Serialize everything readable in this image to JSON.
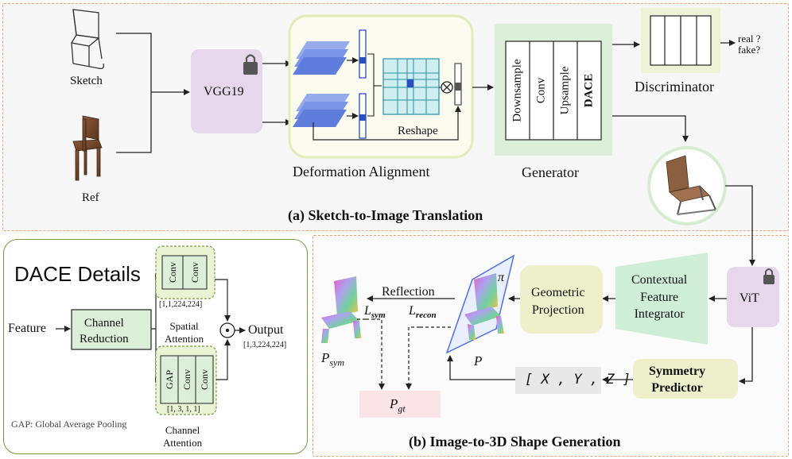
{
  "panel_a": {
    "caption": "(a) Sketch-to-Image Translation",
    "sketch_label": "Sketch",
    "ref_label": "Ref",
    "vgg_label": "VGG19",
    "deformation_label": "Deformation Alignment",
    "reshape_label": "Reshape",
    "generator_label": "Generator",
    "generator_layers": [
      "Downsample",
      "Conv",
      "Upsample",
      "DACE"
    ],
    "discriminator_label": "Discriminator",
    "disc_output": "real ?\nfake?"
  },
  "panel_b": {
    "caption": "(b) Image-to-3D Shape Generation",
    "vit_label": "ViT",
    "cfi_label": "Contextual\nFeature\nIntegrator",
    "geo_label": "Geometric\nProjection",
    "sym_pred_label": "Symmetry\nPredictor",
    "xyz_label": "[ X , Y , Z ]",
    "reflection_label": "Reflection",
    "l_sym": "L",
    "l_sym_sub": "sym",
    "l_recon": "L",
    "l_recon_sub": "recon",
    "p_sym": "P",
    "p_sym_sub": "sym",
    "p_label": "P",
    "pi_label": "π",
    "p_gt": "P",
    "p_gt_sub": "gt"
  },
  "dace": {
    "title": "DACE Details",
    "feature_label": "Feature",
    "channel_reduction": "Channel\nReduction",
    "spatial_convs": [
      "Conv",
      "Conv"
    ],
    "spatial_dims": "[1,1,224,224]",
    "spatial_label": "Spatial\nAttention",
    "channel_blocks": [
      "GAP",
      "Conv",
      "Conv"
    ],
    "channel_dims": "[1, 3, 1, 1]",
    "channel_label": "Channel\nAttention",
    "output_label": "Output",
    "output_dims": "[1,3,224,224]",
    "gap_note": "GAP: Global Average Pooling"
  },
  "colors": {
    "dashed_border": "#f0a070",
    "panel_bg": "#f7f7f7",
    "vgg_fill": "#e6d7ec",
    "deform_border": "#e2ecb8",
    "generator_fill": "#dcefd8",
    "disc_fill": "#eef3d6",
    "grid_fill": "#cfeef0",
    "grid_line": "#2a8fa6",
    "feature_blue": "#3a5bd0",
    "dace_border": "#7a9a40",
    "cr_fill": "#dcefd8",
    "geo_fill": "#eef0cc",
    "cfi_fill": "#cfeed8",
    "vit_fill": "#e6d7ec",
    "sym_fill": "#eef0cc",
    "xyz_fill": "#e8e8e8",
    "pgt_fill": "#fbe4e8"
  }
}
